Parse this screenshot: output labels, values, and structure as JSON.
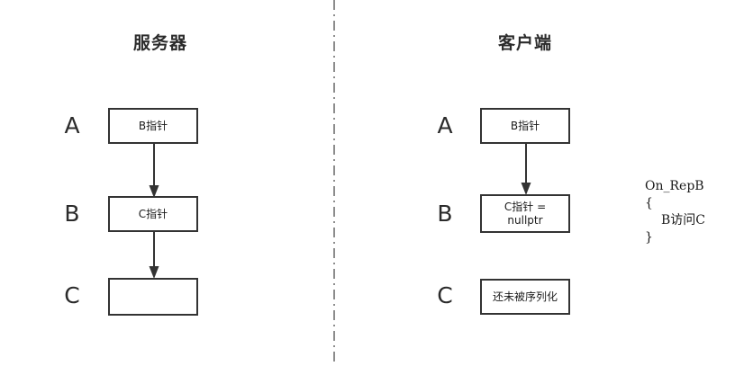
{
  "diagram": {
    "background_color": "#ffffff",
    "line_color": "#333333",
    "divider_color": "#8c8c8c",
    "divider_style": "dash-dot"
  },
  "panels": [
    {
      "id": "server",
      "title": "服务器",
      "rows": [
        {
          "label": "A",
          "box_text": "B指针"
        },
        {
          "label": "B",
          "box_text": "C指针"
        },
        {
          "label": "C",
          "box_text": ""
        }
      ],
      "arrows": [
        {
          "from": "A",
          "to": "B"
        },
        {
          "from": "B",
          "to": "C"
        }
      ]
    },
    {
      "id": "client",
      "title": "客户端",
      "rows": [
        {
          "label": "A",
          "box_text": "B指针"
        },
        {
          "label": "B",
          "box_text": "C指针 =\nnullptr"
        },
        {
          "label": "C",
          "box_text": "还未被序列化"
        }
      ],
      "arrows": [
        {
          "from": "A",
          "to": "B"
        }
      ]
    }
  ],
  "code_note": {
    "lines": [
      "On_RepB",
      "{",
      "B访问C",
      "}"
    ]
  }
}
